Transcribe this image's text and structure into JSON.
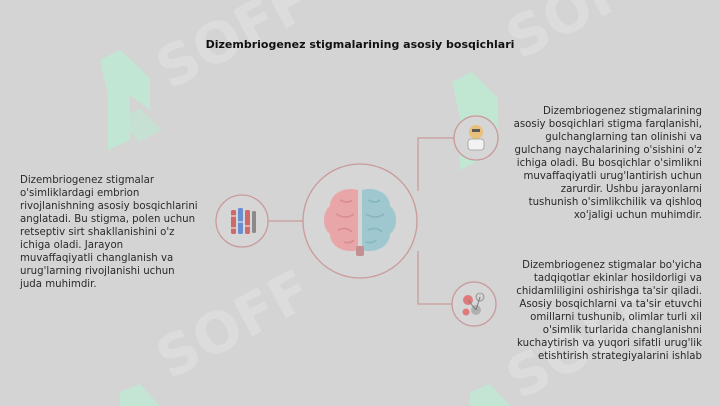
{
  "title": "Dizembriogenez stigmalarining asosiy bosqichlari",
  "watermark": "SOFF",
  "colors": {
    "background": "#d4d4d4",
    "connector": "#c99a9a",
    "brain_left": "#e9a6a8",
    "brain_right": "#9fc7cf",
    "watermark_shape": "#bfe9d3"
  },
  "nodes": {
    "center": {
      "icon": "brain-icon"
    },
    "left": {
      "icon": "chromosome-icon",
      "text": "Dizembriogenez stigmalar o'simliklardagi embrion rivojlanishning asosiy bosqichlarini anglatadi. Bu stigma, polen uchun retseptiv sirt shakllanishini o'z ichiga oladi. Jarayon muvaffaqiyatli changlanish va urug'larning rivojlanishi uchun juda muhimdir."
    },
    "top_right": {
      "icon": "scientist-icon",
      "text": "Dizembriogenez stigmalarining asosiy bosqichlari stigma farqlanishi, gulchanglarning tan olinishi va gulchang naychalarining o'sishini o'z ichiga oladi. Bu bosqichlar o'simlikni muvaffaqiyatli urug'lantirish uchun zarurdir. Ushbu jarayonlarni tushunish o'simlikchilik va qishloq xo'jaligi uchun muhimdir."
    },
    "bottom_right": {
      "icon": "molecules-icon",
      "text": "Dizembriogenez stigmalar bo'yicha tadqiqotlar ekinlar hosildorligi va chidamliligini oshirishga ta'sir qiladi. Asosiy bosqichlarni va ta'sir etuvchi omillarni tushunib, olimlar turli xil o'simlik turlarida changlanishni kuchaytirish va yuqori sifatli urug'lik etishtirish strategiyalarini ishlab"
    }
  }
}
